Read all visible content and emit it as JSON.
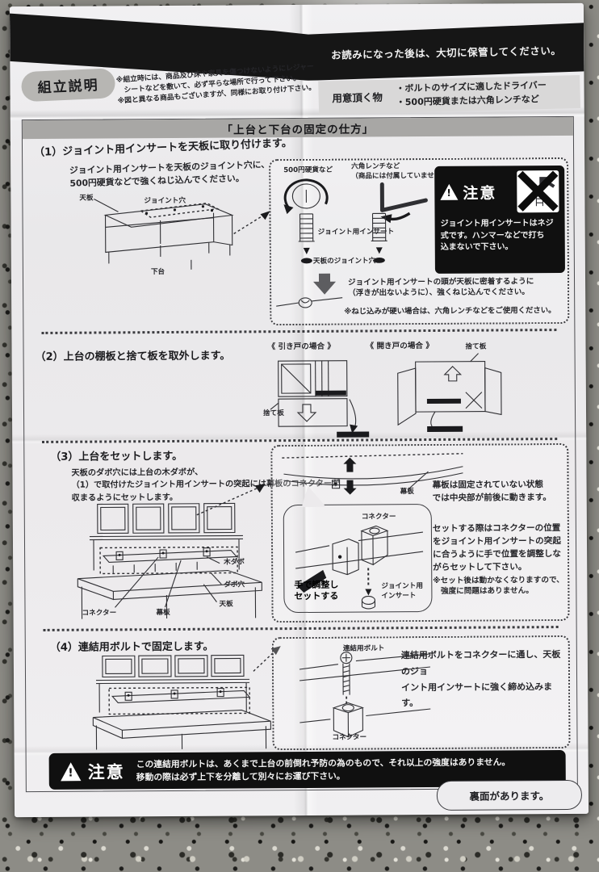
{
  "keep_note": "お読みになった後は、大切に保管してください。",
  "header": {
    "badge": "組立説明",
    "notes": "※組立時には、商品及び床や家具を傷つけないようにレジャー\n　シートなどを敷いて、必ず平らな場所で行って下さい。\n※図と異なる商品もございますが、同様にお取り付け下さい。",
    "prepare_label": "用意頂く物",
    "prepare_items": "・ボルトのサイズに適したドライバー\n・500円硬貨または六角レンチなど"
  },
  "main_title": "「上台と下台の固定の仕方」",
  "section1": {
    "heading": "（1）ジョイント用インサートを天板に取り付けます。",
    "body": "ジョイント用インサートを天板のジョイント穴に、\n500円硬貨などで強くねじ込んでください。",
    "label_tenban": "天板",
    "label_joint_hole": "ジョイント穴",
    "label_shitadai": "下台",
    "detail": {
      "coin": "500円硬貨など",
      "wrench": "六角レンチなど\n（商品には付属していません）",
      "insert": "ジョイント用インサート",
      "hole": "天板のジョイント穴",
      "caution_title": "注意",
      "caution_text": "ジョイント用インサートはネジ\n式です。ハンマーなどで打ち\n込まないで下さい。",
      "flush_text": "ジョイント用インサートの頭が天板に密着するように\n（浮きが出ないように）、強くねじ込んでください。",
      "hard_note": "※ねじ込みが硬い場合は、六角レンチなどをご使用ください。"
    }
  },
  "section2": {
    "heading": "（2）上台の棚板と捨て板を取外します。",
    "case_sliding": "《 引き戸の場合 》",
    "case_hinged": "《 開き戸の場合 》",
    "suteita_left": "捨て板",
    "suteita_right": "捨て板"
  },
  "section3": {
    "heading": "（3）上台をセットします。",
    "body": "天板のダボ穴には上台の木ダボが、\n（1）で取付けたジョイント用インサートの突起には幕板のコネクターが\n収まるようにセットします。",
    "label_kidabo": "木ダボ",
    "label_daboana": "ダボ穴",
    "label_tenban": "天板",
    "label_connector": "コネクター",
    "label_makuita": "幕板",
    "detail": {
      "makuita": "幕板",
      "move_text": "幕板は固定されていない状態\nでは中央部が前後に動きます。",
      "connector": "コネクター",
      "adjust": "手で調整し\nセットする",
      "insert": "ジョイント用\nインサート",
      "set_text": "セットする際はコネクターの位置\nをジョイント用インサートの突起\nに合うように手で位置を調整しな\nがらセットして下さい。",
      "set_note": "※セット後は動かなくなりますので、\n　強度に問題はありません。"
    }
  },
  "section4": {
    "heading": "（4）連結用ボルトで固定します。",
    "detail": {
      "bolt": "連結用ボルト",
      "connector": "コネクター",
      "text": "連結用ボルトをコネクターに通し、天板のジョ\nイント用インサートに強く締め込みます。"
    }
  },
  "bottom_caution": {
    "title": "注意",
    "text": "この連結用ボルトは、あくまで上台の前倒れ予防の為のもので、それ以上の強度はありません。\n移動の際は必ず上下を分離して別々にお運び下さい。"
  },
  "back_note": "裏面があります。"
}
